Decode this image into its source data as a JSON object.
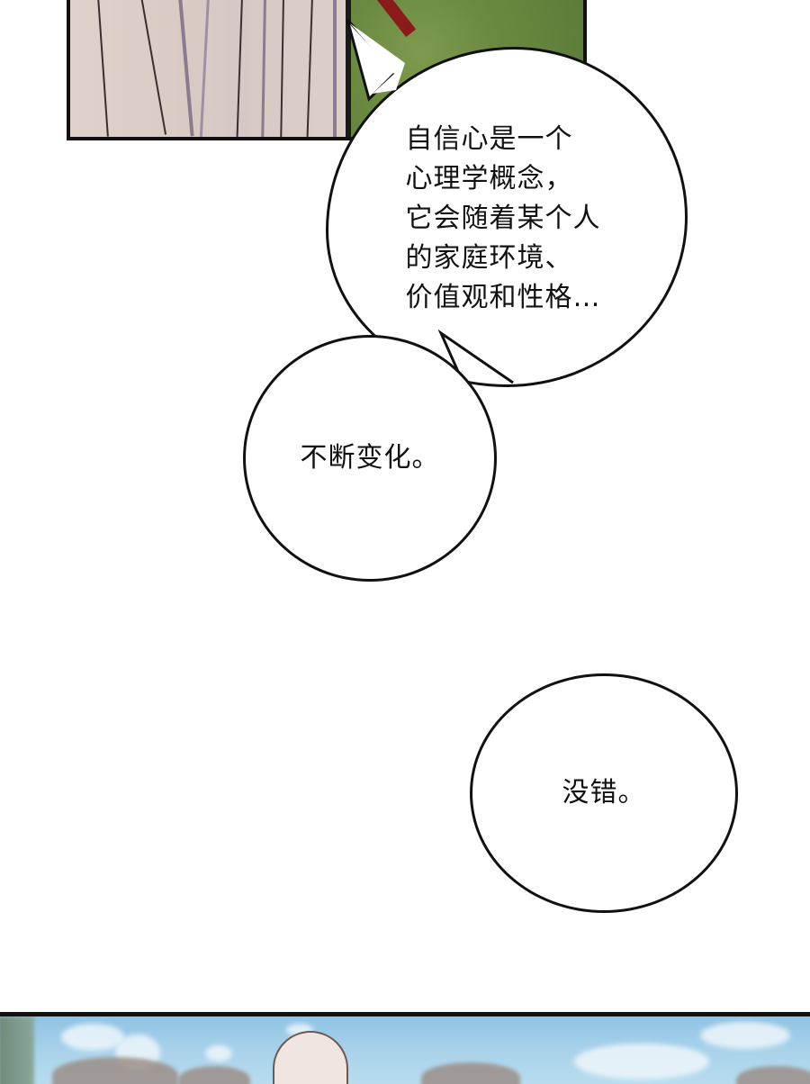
{
  "page": {
    "type": "webtoon-comic-page",
    "background": "#ffffff"
  },
  "panels": {
    "top": {
      "description": "character robe folds beside grass background",
      "colors": {
        "robe": "#ddd0c8",
        "grass": "#6a8a40",
        "ribbon": "#8b1a1a",
        "border": "#111111"
      }
    },
    "bottom": {
      "description": "sky with clouds and a light-haired character",
      "colors": {
        "sky": "#a8d2ea",
        "cloud": "#eef6fb",
        "border": "#111111"
      }
    }
  },
  "bubbles": [
    {
      "id": "bubble-1",
      "text": "自信心是一个\n心理学概念，\n它会随着某个人\n的家庭环境、\n价值观和性格…",
      "lines": [
        "自信心是一个",
        "心理学概念，",
        "它会随着某个人",
        "的家庭环境、",
        "价值观和性格…"
      ]
    },
    {
      "id": "bubble-2",
      "text": "不断变化。"
    },
    {
      "id": "bubble-3",
      "text": "没错。"
    }
  ]
}
